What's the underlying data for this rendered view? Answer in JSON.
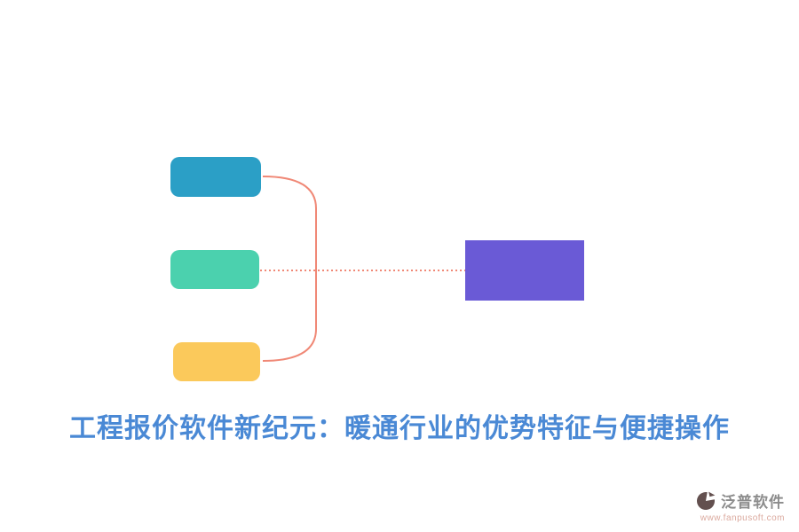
{
  "title": {
    "text": "工程报价软件新纪元：暖通行业的优势特征与便捷操作"
  },
  "diagram": {
    "boxes": [
      {
        "id": "feature-top"
      },
      {
        "id": "feature-middle"
      },
      {
        "id": "feature-bottom"
      },
      {
        "id": "main-topic"
      }
    ]
  },
  "colors": {
    "box_top": "#2B9FC6",
    "box_middle": "#4BD1AE",
    "box_bottom": "#FBC95B",
    "box_main": "#6A5AD6",
    "connector": "#F08876",
    "title": "#4A89D5",
    "brand_text": "#8C8C8C",
    "website_text": "#DBA99E",
    "logo": "#63504F"
  },
  "footer": {
    "brand": "泛普软件",
    "website": "www.fanpusoft.com"
  }
}
